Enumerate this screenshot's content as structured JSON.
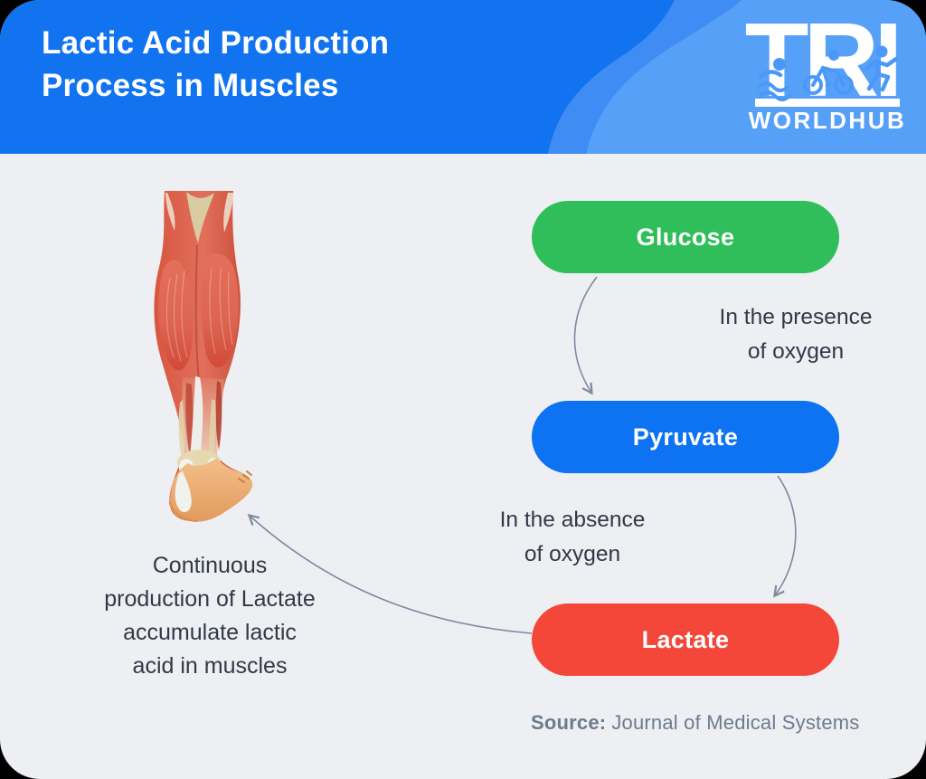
{
  "header": {
    "title_lines": [
      "Lactic Acid Production",
      "Process in Muscles"
    ],
    "background_color": "#1173f0",
    "swoosh_colors": [
      "#3f8cf5",
      "#57a0f8"
    ],
    "logo": {
      "brand": "TRI",
      "name": "WORLDHUB",
      "icons": [
        "swimmer-icon",
        "cyclist-icon",
        "runner-icon"
      ]
    }
  },
  "diagram": {
    "nodes": [
      {
        "id": "glucose",
        "label": "Glucose",
        "color": "#2fbe5a"
      },
      {
        "id": "pyruvate",
        "label": "Pyruvate",
        "color": "#0d73f2"
      },
      {
        "id": "lactate",
        "label": "Lactate",
        "color": "#f4473a"
      }
    ],
    "edges": [
      {
        "from": "glucose",
        "to": "pyruvate",
        "label_lines": [
          "In the presence",
          "of oxygen"
        ]
      },
      {
        "from": "pyruvate",
        "to": "lactate",
        "label_lines": [
          "In the absence",
          "of oxygen"
        ]
      },
      {
        "from": "lactate",
        "to": "calf-muscle-illustration"
      }
    ],
    "note_lines": [
      "Continuous",
      "production of Lactate",
      "accumulate lactic",
      "acid in muscles"
    ]
  },
  "illustration": {
    "name": "calf-muscle-anatomy"
  },
  "source": {
    "prefix": "Source:",
    "text": "Journal of Medical Systems"
  },
  "colors": {
    "body_background": "#edeff3",
    "text_dark": "#313947",
    "text_gray": "#6e7b8c",
    "arrow": "#7f8aa0"
  }
}
